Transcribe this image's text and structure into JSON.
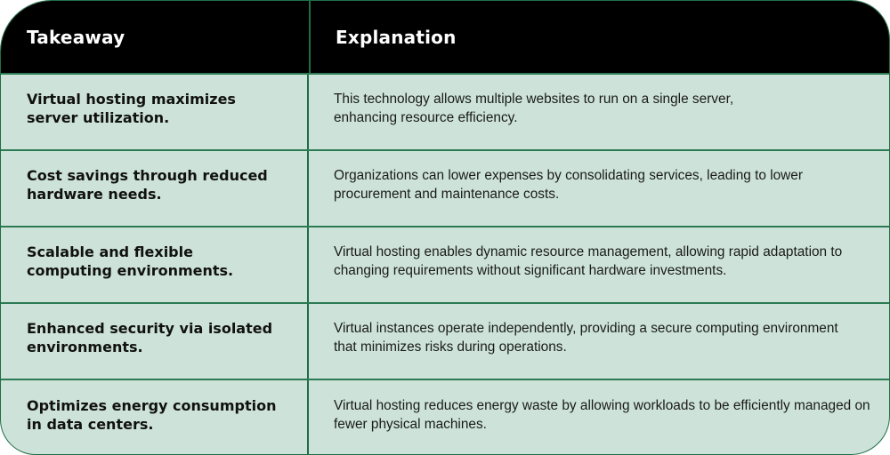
{
  "header": {
    "col1": "Takeaway",
    "col2": "Explanation"
  },
  "rows": [
    {
      "takeaway": "Virtual hosting maximizes server utilization.",
      "explanation": "This technology allows multiple websites to run on a single server, enhancing resource efficiency."
    },
    {
      "takeaway": "Cost savings through reduced hardware needs.",
      "explanation": "Organizations can lower expenses by consolidating services, leading to lower procurement and maintenance costs."
    },
    {
      "takeaway": "Scalable and flexible computing environments.",
      "explanation": "Virtual hosting enables dynamic resource management, allowing rapid adaptation to changing requirements without significant hardware investments."
    },
    {
      "takeaway": "Enhanced security via isolated environments.",
      "explanation": "Virtual instances operate independently, providing a secure computing environment that minimizes risks during operations."
    },
    {
      "takeaway": "Optimizes energy consumption in data centers.",
      "explanation": "Virtual hosting reduces energy waste by allowing workloads to be efficiently managed on fewer physical machines."
    }
  ],
  "colors": {
    "header_bg": "#000000",
    "body_bg": "#cde3d9",
    "border": "#1f6e47"
  }
}
